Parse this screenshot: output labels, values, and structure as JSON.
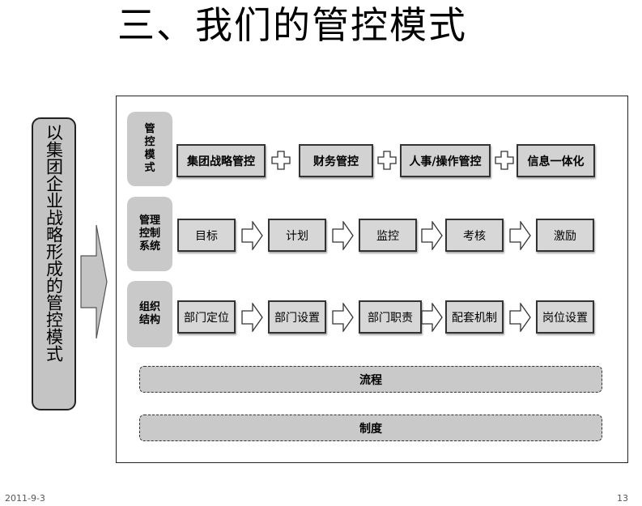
{
  "title": "三、我们的管控模式",
  "left_label": "以集团企业战略形成的管控模式",
  "rows": [
    {
      "label": [
        "管",
        "控",
        "模",
        "式"
      ],
      "connector": "plus",
      "items": [
        "集团战略管控",
        "财务管控",
        "人事/操作管控",
        "信息一体化"
      ]
    },
    {
      "label": [
        "管理",
        "控制",
        "系统"
      ],
      "connector": "arrow",
      "items": [
        "目标",
        "计划",
        "监控",
        "考核",
        "激励"
      ]
    },
    {
      "label": [
        "组织",
        "结构"
      ],
      "connector": "arrow",
      "items": [
        "部门定位",
        "部门设置",
        "部门职责",
        "配套机制",
        "岗位设置"
      ]
    }
  ],
  "bars": [
    "流程",
    "制度"
  ],
  "footer": {
    "date": "2011-9-3",
    "page": "13"
  },
  "colors": {
    "box_fill": "#d7d7d7",
    "label_fill": "#c9c9c9",
    "border": "#333333"
  }
}
